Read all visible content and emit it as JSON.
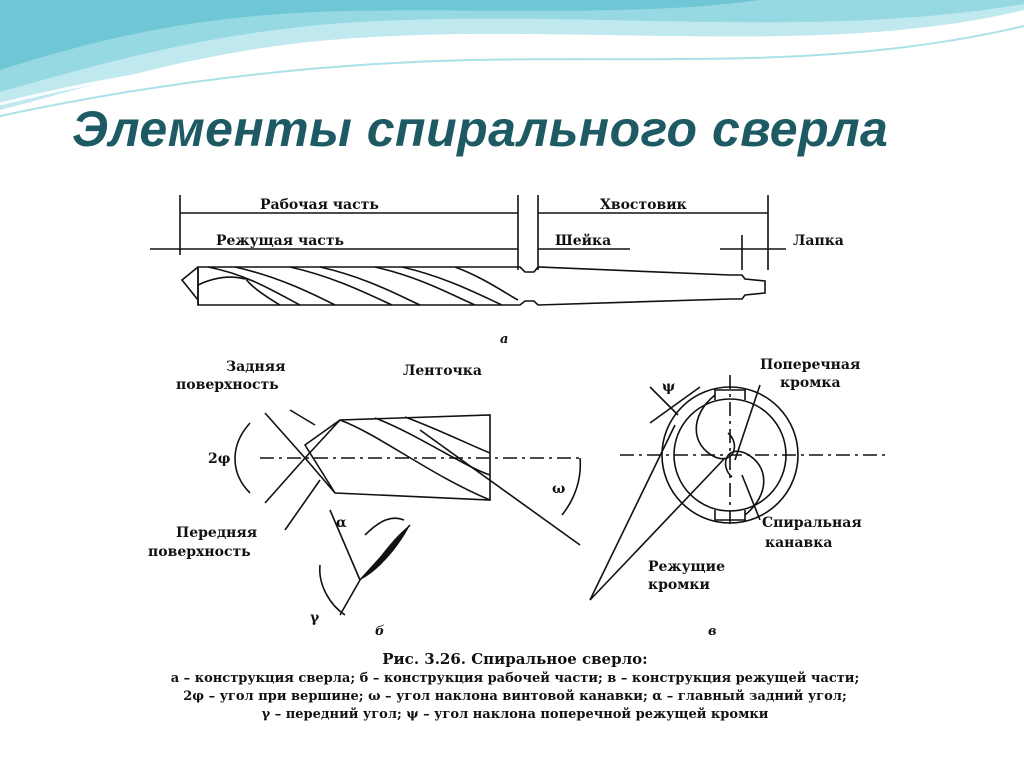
{
  "slide": {
    "title": "Элементы спирального сверла"
  },
  "figure": {
    "part_a": {
      "working_part": "Рабочая часть",
      "shank": "Хвостовик",
      "cutting_part": "Режущая часть",
      "neck": "Шейка",
      "tang": "Лапка",
      "sublabel": "а"
    },
    "part_b": {
      "flank_line1": "Задняя",
      "flank_line2": "поверхность",
      "margin": "Ленточка",
      "angle_2phi": "2φ",
      "rake_line1": "Передняя",
      "rake_line2": "поверхность",
      "alpha": "α",
      "gamma": "γ",
      "omega": "ω",
      "sublabel": "б"
    },
    "part_c": {
      "chisel_line1": "Поперечная",
      "chisel_line2": "кромка",
      "psi": "ψ",
      "flute_line1": "Спиральная",
      "flute_line2": "канавка",
      "edges_line1": "Режущие",
      "edges_line2": "кромки",
      "sublabel": "в"
    },
    "caption": {
      "title": "Рис. 3.26. Спиральное сверло:",
      "lines": [
        "а – конструкция сверла; б – конструкция рабочей части; в – конструкция режущей части;",
        "2φ – угол при вершине; ω – угол наклона винтовой канавки; α – главный задний угол;",
        "γ – передний угол; ψ – угол наклона поперечной режущей кромки"
      ]
    }
  },
  "colors": {
    "title": "#1e5a64",
    "wave_light": "#cfeef0",
    "wave_mid": "#7fcfd8",
    "wave_dark": "#2fa9c0"
  }
}
